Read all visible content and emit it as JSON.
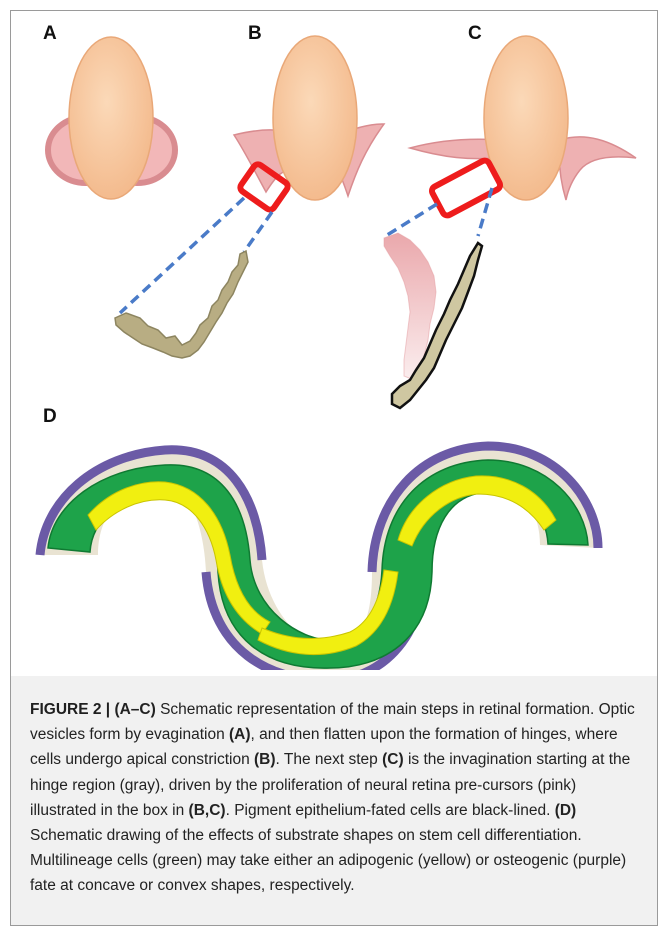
{
  "panels": {
    "a": "A",
    "b": "B",
    "c": "C",
    "d": "D"
  },
  "colors": {
    "vesicle": "#f7c9a0",
    "vesicle_edge": "#e9a878",
    "retina_pink": "#e9a3a6",
    "box_red": "#ee1c1c",
    "dash_blue": "#4a7bc8",
    "hinge_gray": "#b5ad82",
    "green_cell": "#1ea34a",
    "yellow_cell": "#f1ef10",
    "purple_cell": "#6b5aa6",
    "substrate": "#e9e3d2"
  },
  "caption": {
    "figure_id": "FIGURE 2 | ",
    "p1_ref": "(A–C)",
    "p1_text": " Schematic representation of the main steps in retinal formation. Optic vesicles form by evagination ",
    "p2_ref": "(A)",
    "p2_text": ", and then flatten upon the formation of hinges, where cells undergo apical constriction ",
    "p3_ref": "(B)",
    "p3_text": ". The next step ",
    "p4_ref": "(C)",
    "p4_text": " is the invagination starting at the hinge region (gray), driven by the proliferation of neural retina pre-cursors (pink) illustrated in the box in ",
    "p5_ref": "(B,C)",
    "p5_text": ". Pigment epithelium-fated cells are black-lined. ",
    "p6_ref": "(D)",
    "p6_text": " Schematic drawing of the effects of substrate shapes on stem cell differentiation. Multilineage cells (green) may take either an adipogenic (yellow) or osteogenic (purple) fate at concave or convex shapes, respectively."
  }
}
